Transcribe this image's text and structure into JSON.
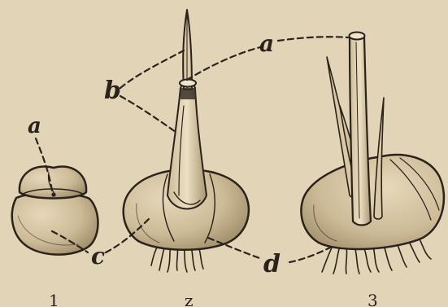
{
  "labels": {
    "a_left": "a",
    "a_top": "a",
    "b": "b",
    "c": "c",
    "d": "d"
  },
  "figure_numbers": [
    "1",
    "z",
    "3"
  ],
  "colors": {
    "paper": "#e2d4b6",
    "ink": "#2a231b",
    "bulb_light": "#d8c8a6",
    "bulb_shade": "#b9a683"
  }
}
